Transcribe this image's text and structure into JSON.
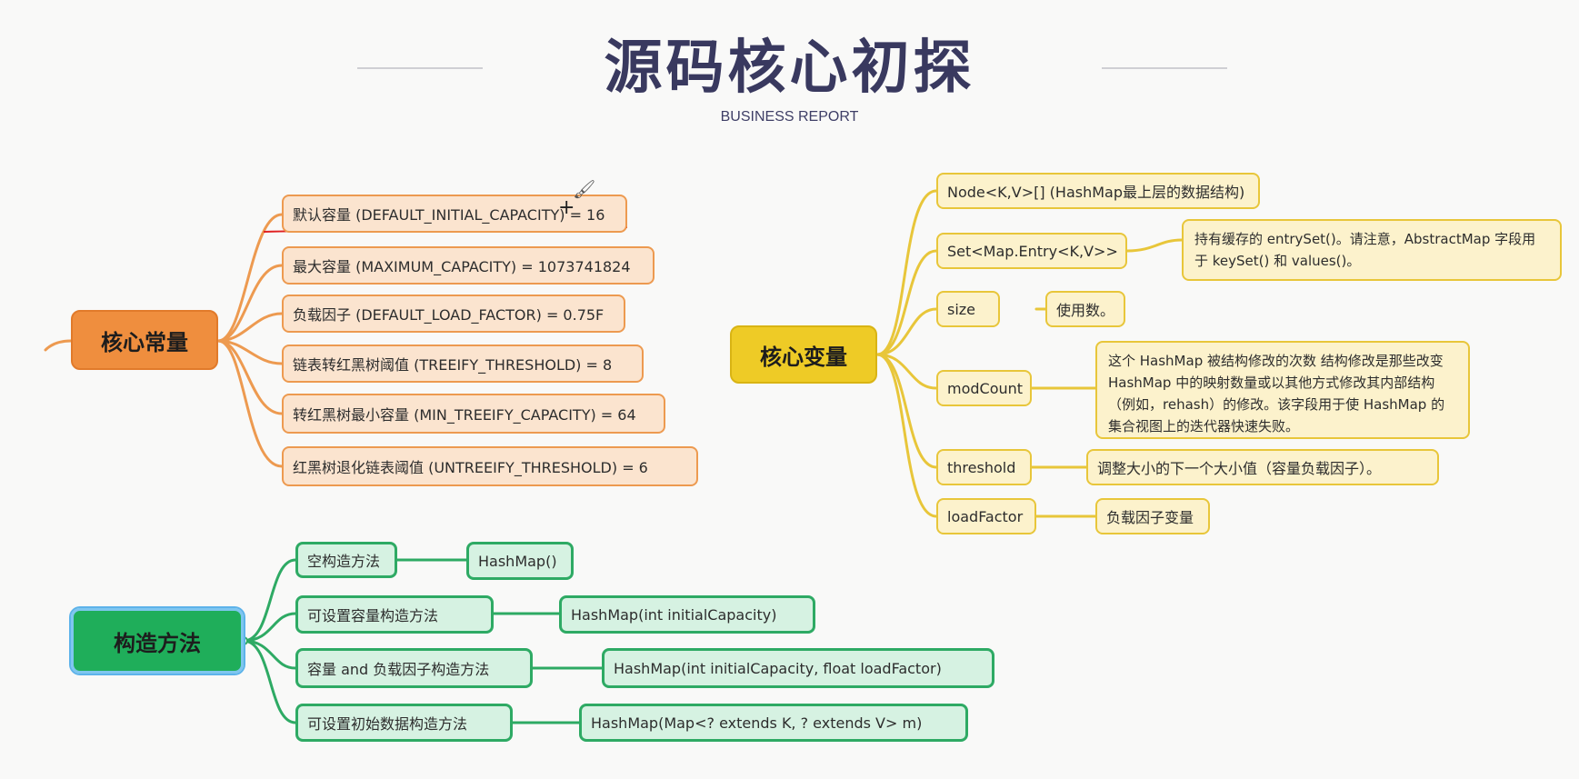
{
  "header": {
    "title": "源码核心初探",
    "subtitle": "BUSINESS REPORT"
  },
  "core_constants": {
    "hub": "核心常量",
    "items": [
      "默认容量 (DEFAULT_INITIAL_CAPACITY) = 16",
      "最大容量 (MAXIMUM_CAPACITY) = 1073741824",
      "负载因子 (DEFAULT_LOAD_FACTOR) = 0.75F",
      "链表转红黑树阈值 (TREEIFY_THRESHOLD) = 8",
      "转红黑树最小容量 (MIN_TREEIFY_CAPACITY) = 64",
      "红黑树退化链表阈值 (UNTREEIFY_THRESHOLD) = 6"
    ]
  },
  "core_variables": {
    "hub": "核心变量",
    "items": [
      {
        "name": "Node<K,V>[] (HashMap最上层的数据结构)"
      },
      {
        "name": "Set<Map.Entry<K,V>>",
        "desc": "持有缓存的 entrySet()。请注意，AbstractMap 字段用于 keySet() 和 values()。"
      },
      {
        "name": "size",
        "desc": "使用数。"
      },
      {
        "name": "modCount",
        "desc": "这个 HashMap 被结构修改的次数 结构修改是那些改变 HashMap 中的映射数量或以其他方式修改其内部结构（例如，rehash）的修改。该字段用于使 HashMap 的集合视图上的迭代器快速失败。"
      },
      {
        "name": "threshold",
        "desc": "调整大小的下一个大小值（容量负载因子）。"
      },
      {
        "name": "loadFactor",
        "desc": "负载因子变量"
      }
    ]
  },
  "constructors": {
    "hub": "构造方法",
    "items": [
      {
        "name": "空构造方法",
        "sig": "HashMap()"
      },
      {
        "name": "可设置容量构造方法",
        "sig": "HashMap(int initialCapacity)"
      },
      {
        "name": "容量 and 负载因子构造方法",
        "sig": "HashMap(int initialCapacity, float loadFactor)"
      },
      {
        "name": "可设置初始数据构造方法",
        "sig": "HashMap(Map<? extends K, ? extends V> m)"
      }
    ]
  },
  "colors": {
    "orange": "#ed9a50",
    "yellow": "#e8c63a",
    "green": "#2eaa64",
    "title": "#39395f"
  },
  "icons": [
    "brush-icon",
    "crosshair-cursor-icon"
  ]
}
